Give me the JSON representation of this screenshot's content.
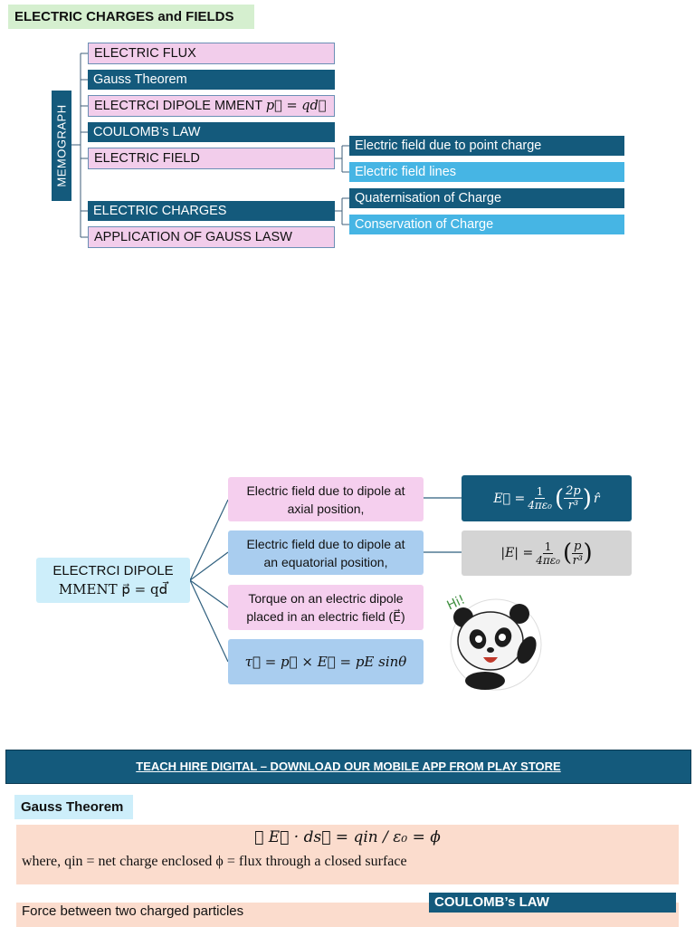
{
  "title": "ELECTRIC CHARGES and FIELDS",
  "memograph": {
    "label": "MEMOGRAPH",
    "items": [
      {
        "label": "ELECTRIC FLUX"
      },
      {
        "label": "Gauss Theorem"
      },
      {
        "label": "ELECTRCI DIPOLE MMENT"
      },
      {
        "label": "COULOMB’s LAW"
      },
      {
        "label": "ELECTRIC FIELD"
      },
      {
        "label": "ELECTRIC CHARGES"
      },
      {
        "label": "APPLICATION OF GAUSS LASW"
      }
    ],
    "dipole_formula": "p⃗ = qd⃗",
    "field_children": [
      "Electric field due to point charge",
      "Electric field lines"
    ],
    "charges_children": [
      "Quaternisation of Charge",
      "Conservation of Charge"
    ]
  },
  "dipole_section": {
    "root_line1": "ELECTRCI DIPOLE",
    "root_line2": "MMENT p⃗ = qd⃗",
    "branches": [
      {
        "text_line1": "Electric field due to dipole at",
        "text_line2": "axial position,"
      },
      {
        "text_line1": "Electric field due to dipole at",
        "text_line2": "an equatorial position,"
      },
      {
        "text_line1": "Torque on an electric dipole",
        "text_line2": "placed in an electric field (E⃗)"
      },
      {
        "text_line1": "τ⃗ = p⃗ × E⃗ = pE sinθ",
        "text_line2": ""
      }
    ],
    "axial_formula": {
      "lhs": "E⃗ =",
      "num": "1",
      "den": "4πε₀",
      "inner_num": "2p",
      "inner_den": "r³",
      "tail": "r̂"
    },
    "equatorial_formula": {
      "lhs": "|E| =",
      "num": "1",
      "den": "4πε₀",
      "inner_num": "p",
      "inner_den": "r³"
    },
    "sticker_text": "Hi!"
  },
  "banner": "TEACH HIRE DIGITAL – DOWNLOAD OUR MOBILE APP FROM PLAY STORE",
  "gauss": {
    "label": "Gauss Theorem",
    "equation": "∮ E⃗ · ds⃗ = qin / ε₀ = ϕ",
    "where": "where, qin = net charge enclosed ϕ = flux through a closed surface"
  },
  "coulomb": {
    "label": "COULOMB’s LAW",
    "force_text": "Force between two charged particles"
  },
  "colors": {
    "dark_teal": "#145a7c",
    "pink": "#f2cdeb",
    "light_blue": "#46b5e4",
    "title_green": "#d5efcf"
  }
}
